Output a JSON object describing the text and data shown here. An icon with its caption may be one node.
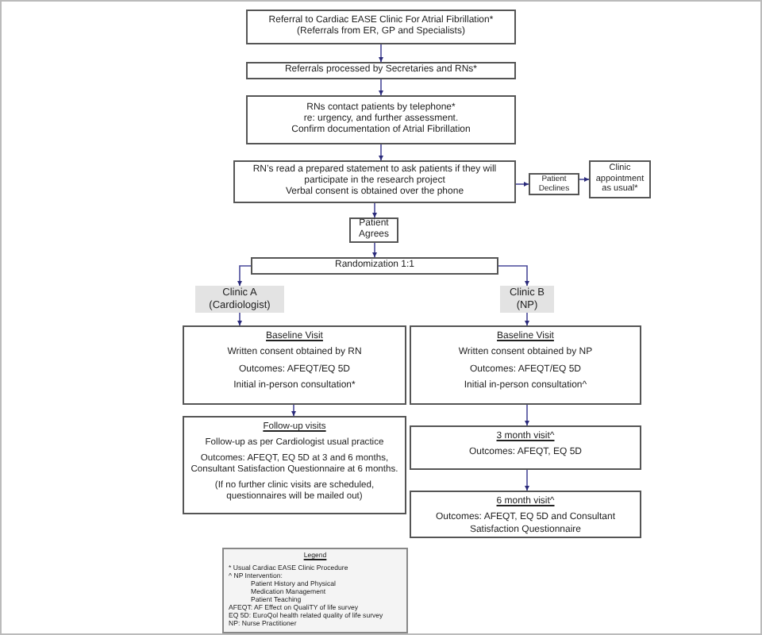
{
  "diagram": {
    "nodes": [
      {
        "text": [
          "Referral to Cardiac EASE Clinic For Atrial Fibrillation*",
          "(Referrals from ER, GP and Specialists)"
        ]
      },
      {
        "text": [
          "Referrals processed by Secretaries and RNs*"
        ]
      },
      {
        "text": [
          "RNs contact patients by telephone*",
          "re: urgency, and further assessment.",
          "Confirm documentation of Atrial Fibrillation"
        ]
      },
      {
        "text": [
          "RN’s read a prepared statement to ask patients if they will participate in the research project",
          "Verbal consent is obtained over the phone"
        ]
      },
      {
        "text": [
          "Patient Declines"
        ]
      },
      {
        "text": [
          "Clinic appointment as usual*"
        ]
      },
      {
        "text": [
          "Patient Agrees"
        ]
      },
      {
        "text": [
          "Randomization 1:1"
        ]
      },
      {
        "text": [
          "Clinic A (Cardiologist)"
        ]
      },
      {
        "text": [
          "Clinic B (NP)"
        ]
      },
      {
        "text": [
          "Baseline Visit",
          "Written consent obtained by RN",
          "Outcomes: AFEQT/EQ 5D",
          "Initial in-person consultation*"
        ]
      },
      {
        "text": [
          "Baseline Visit",
          "Written consent obtained by NP",
          "Outcomes: AFEQT/EQ 5D",
          "Initial in-person consultation^"
        ]
      },
      {
        "text": [
          "Follow-up visits",
          "Follow-up as per Cardiologist usual practice",
          "Outcomes: AFEQT, EQ 5D at 3 and 6 months, Consultant Satisfaction Questionnaire at 6 months.",
          "(If no further clinic visits are scheduled, questionnaires will be mailed out)"
        ]
      },
      {
        "text": [
          "3 month visit^",
          "Outcomes: AFEQT, EQ 5D"
        ]
      },
      {
        "text": [
          "6 month visit^",
          "Outcomes: AFEQT, EQ 5D and Consultant Satisfaction Questionnaire"
        ]
      },
      {
        "text": [
          "Legend",
          "* Usual Cardiac EASE Clinic Procedure",
          "^ NP Intervention:",
          "Patient History and Physical",
          "Medication Management",
          "Patient Teaching",
          "AFEQT: AF Effect on QualiTY of life survey",
          "EQ 5D: EuroQol health related quality of life survey",
          "NP: Nurse Practitioner"
        ]
      }
    ],
    "edges": [
      {
        "from": 0,
        "to": 1,
        "arrow": "to"
      },
      {
        "from": 1,
        "to": 2,
        "arrow": "to"
      },
      {
        "from": 2,
        "to": 3,
        "arrow": "to"
      },
      {
        "from": 3,
        "to": 4,
        "arrow": "to"
      },
      {
        "from": 4,
        "to": 5,
        "arrow": "to"
      },
      {
        "from": 3,
        "to": 6,
        "arrow": "to"
      },
      {
        "from": 6,
        "to": 7,
        "arrow": "to"
      },
      {
        "from": 7,
        "to": 8,
        "arrow": "to"
      },
      {
        "from": 7,
        "to": 9,
        "arrow": "to"
      },
      {
        "from": 8,
        "to": 10,
        "arrow": "to"
      },
      {
        "from": 9,
        "to": 11,
        "arrow": "to"
      },
      {
        "from": 10,
        "to": 12,
        "arrow": "to"
      },
      {
        "from": 11,
        "to": 13,
        "arrow": "to"
      },
      {
        "from": 13,
        "to": 14,
        "arrow": "to"
      }
    ]
  }
}
